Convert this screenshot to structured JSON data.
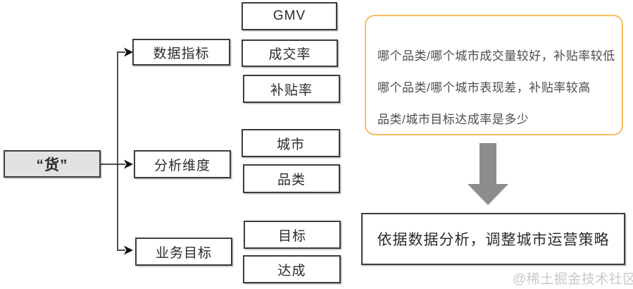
{
  "hub": {
    "label": "“货”"
  },
  "branches": [
    {
      "label": "数据指标",
      "children": [
        "GMV",
        "成交率",
        "补贴率"
      ]
    },
    {
      "label": "分析维度",
      "children": [
        "城市",
        "品类"
      ]
    },
    {
      "label": "业务目标",
      "children": [
        "目标",
        "达成"
      ]
    }
  ],
  "note": {
    "lines": [
      "哪个品类/哪个城市成交量较好，补贴率较低",
      "哪个品类/哪个城市表现差，补贴率较高",
      "品类/城市目标达成率是多少"
    ]
  },
  "conclusion": {
    "label": "依据数据分析，调整城市运营策略"
  },
  "watermark": {
    "label": "@稀土掘金技术社区"
  },
  "colors": {
    "border": "#3c3c3c",
    "hub_fill": "#e2e2e2",
    "note_border": "#f3bd60",
    "arrow_gray": "#8c8c8c",
    "watermark": "#c9c9c9"
  }
}
